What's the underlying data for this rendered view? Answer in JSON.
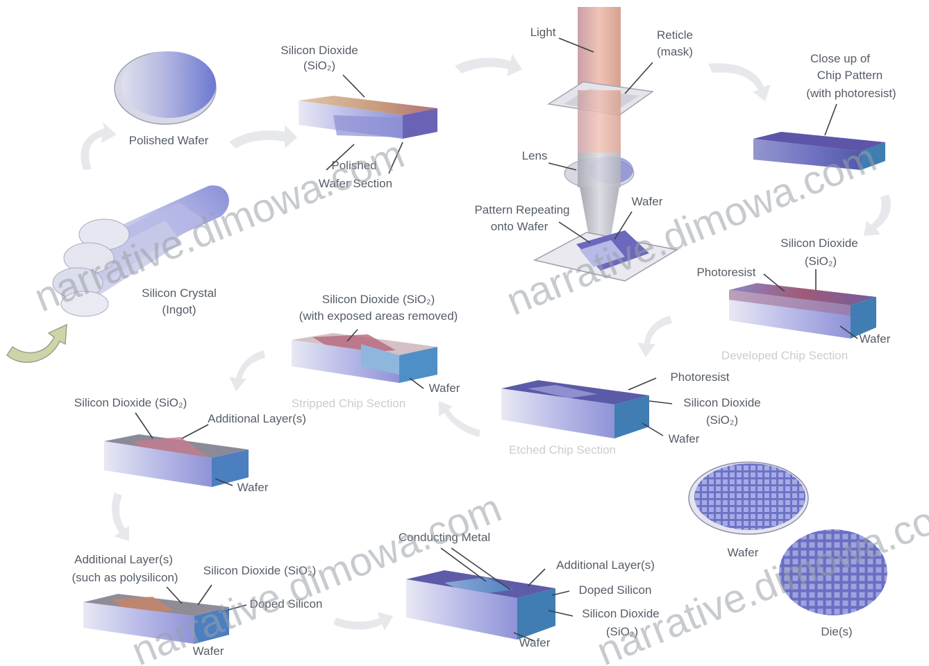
{
  "labels": {
    "polished_wafer": "Polished Wafer",
    "sio2_top": "Silicon Dioxide",
    "sio2_top_formula": "(SiO₂)",
    "polished_wafer_section": "Polished",
    "wafer_section": "Wafer Section",
    "silicon_crystal": "Silicon Crystal",
    "silicon_crystal_sub": "(Ingot)",
    "light": "Light",
    "reticle": "Reticle",
    "reticle_sub": "(mask)",
    "lens": "Lens",
    "pattern_repeating": "Pattern Repeating",
    "pattern_repeating_sub": "onto Wafer",
    "wafer_litho": "Wafer",
    "closeup_line1": "Close up of",
    "closeup_line2": "Chip Pattern",
    "closeup_line3": "(with photoresist)",
    "sio2_right": "Silicon Dioxide",
    "sio2_right_formula": "(SiO₂)",
    "photoresist_right": "Photoresist",
    "wafer_right": "Wafer",
    "caption_exposed": "Developed Chip Section",
    "photoresist_mid": "Photoresist",
    "sio2_mid": "Silicon Dioxide",
    "sio2_mid_formula": "(SiO₂)",
    "wafer_mid": "Wafer",
    "caption_etched_mid": "Etched Chip Section",
    "sio2_center": "Silicon Dioxide (SiO₂)",
    "sio2_center_sub": "(with exposed areas removed)",
    "wafer_center": "Wafer",
    "caption_stripped": "Stripped Chip Section",
    "sio2_left": "Silicon Dioxide (SiO₂)",
    "additional_layers_left": "Additional Layer(s)",
    "wafer_left": "Wafer",
    "additional_layers_bl": "Additional Layer(s)",
    "additional_layers_bl_sub": "(such as polysilicon)",
    "sio2_bl": "Silicon Dioxide (SiO₂)",
    "doped_silicon_bl": "Doped Silicon",
    "wafer_bl": "Wafer",
    "conducting_metal": "Conducting Metal",
    "additional_layers_bc": "Additional Layer(s)",
    "doped_silicon_bc": "Doped Silicon",
    "sio2_bc": "Silicon Dioxide",
    "sio2_bc_formula": "(SiO₂)",
    "wafer_bc": "Wafer",
    "wafer_br": "Wafer",
    "die_br": "Die(s)"
  },
  "watermark": "narrative.dimowa.com",
  "colors": {
    "silicon": "#b7b8e6",
    "silicon_dark": "#7c7fc9",
    "oxide": "#c79a7c",
    "photoresist": "#a05a78",
    "metal": "#6fa3d1",
    "light_beam": "#e2a9a4",
    "label": "#555c66",
    "caption": "#c9ccd2"
  }
}
